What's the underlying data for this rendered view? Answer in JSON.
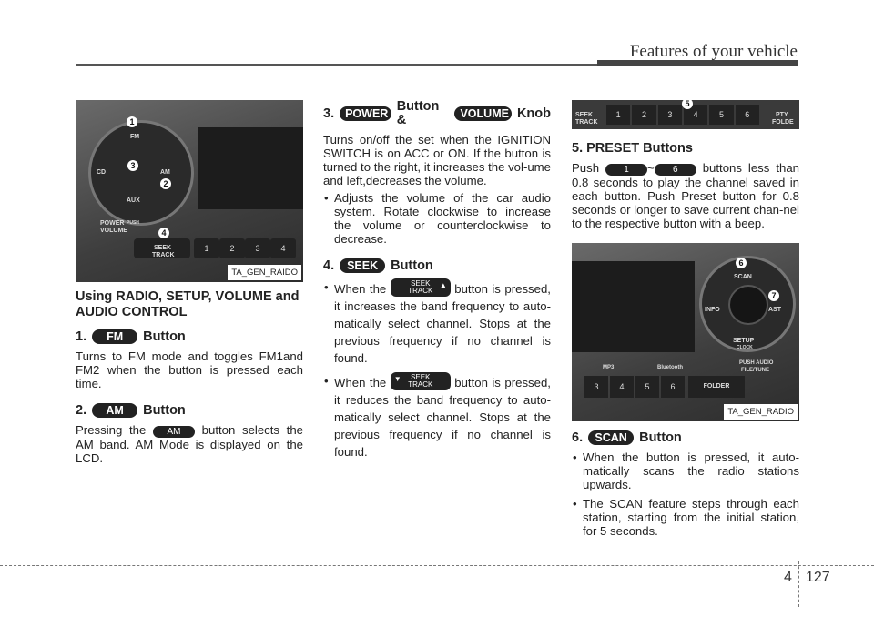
{
  "header": {
    "title": "Features of your vehicle"
  },
  "figure1": {
    "caption": "TA_GEN_RAIDO",
    "labels": {
      "fm": "FM",
      "am": "AM",
      "cd": "CD",
      "aux": "AUX",
      "power": "POWER",
      "push": "PUSH",
      "volume": "VOLUME",
      "seek": "SEEK",
      "track": "TRACK"
    },
    "numbers": [
      "1",
      "2",
      "3",
      "4"
    ],
    "presets": [
      "1",
      "2",
      "3",
      "4"
    ]
  },
  "col1": {
    "heading": "Using RADIO, SETUP, VOLUME and AUDIO CONTROL",
    "s1_prefix": "1.",
    "s1_pill": "FM",
    "s1_suffix": "Button",
    "s1_text": "Turns to FM mode and toggles FM1and FM2 when the button is pressed each time.",
    "s2_prefix": "2.",
    "s2_pill": "AM",
    "s2_suffix": "Button",
    "s2_text_a": "Pressing the",
    "s2_inline_pill": "AM",
    "s2_text_b": "button selects the AM band. AM Mode is displayed on the LCD."
  },
  "col2": {
    "s3_prefix": "3.",
    "s3_pill1": "POWER",
    "s3_mid": "Button &",
    "s3_pill2": "VOLUME",
    "s3_suffix": "Knob",
    "s3_text": "Turns on/off the set when the IGNITION SWITCH is on ACC or ON. If the button is turned to the right, it increases the vol-ume and left,decreases the volume.",
    "s3_bullet": "Adjusts the volume of the car audio system. Rotate clockwise to increase the volume or counterclockwise to decrease.",
    "s4_prefix": "4.",
    "s4_pill": "SEEK",
    "s4_suffix": "Button",
    "seek_line1": "SEEK",
    "seek_line2": "TRACK",
    "s4_b1_a": "When the",
    "s4_b1_b": "button is pressed, it increases the band frequency to auto-matically select channel. Stops at the previous frequency if no channel is found.",
    "s4_b2_a": "When the",
    "s4_b2_b": "button is pressed, it reduces the band frequency to auto-matically select channel. Stops at the previous frequency if no channel is found."
  },
  "figure2": {
    "labels": {
      "seek": "SEEK",
      "track": "TRACK",
      "pty": "PTY",
      "folder": "FOLDE"
    },
    "presets": [
      "1",
      "2",
      "3",
      "4",
      "5",
      "6"
    ],
    "number": "5"
  },
  "col3": {
    "s5_heading": "5. PRESET Buttons",
    "s5_a": "Push",
    "s5_pill1": "1",
    "s5_tilde": "~",
    "s5_pill2": "6",
    "s5_b": "buttons less than 0.8 seconds to play the channel saved in each button. Push Preset button for 0.8 seconds or longer to save current chan-nel to the respective button with a beep.",
    "s6_prefix": "6.",
    "s6_pill": "SCAN",
    "s6_suffix": "Button",
    "s6_b1": "When the button is pressed, it auto-matically scans the radio stations upwards.",
    "s6_b2": "The SCAN feature steps through each station, starting from the initial station, for 5 seconds."
  },
  "figure3": {
    "caption": "TA_GEN_RADIO",
    "labels": {
      "scan": "SCAN",
      "info": "INFO",
      "ast": "AST",
      "setup": "SETUP",
      "clock": "CLOCK",
      "audio": "PUSH AUDIO",
      "filetune": "FILE/TUNE",
      "folder": "FOLDER",
      "bluetooth": "Bluetooth",
      "mp3": "MP3"
    },
    "numbers": [
      "6",
      "7"
    ],
    "presets": [
      "3",
      "4",
      "5",
      "6"
    ]
  },
  "footer": {
    "section": "4",
    "page": "127"
  }
}
